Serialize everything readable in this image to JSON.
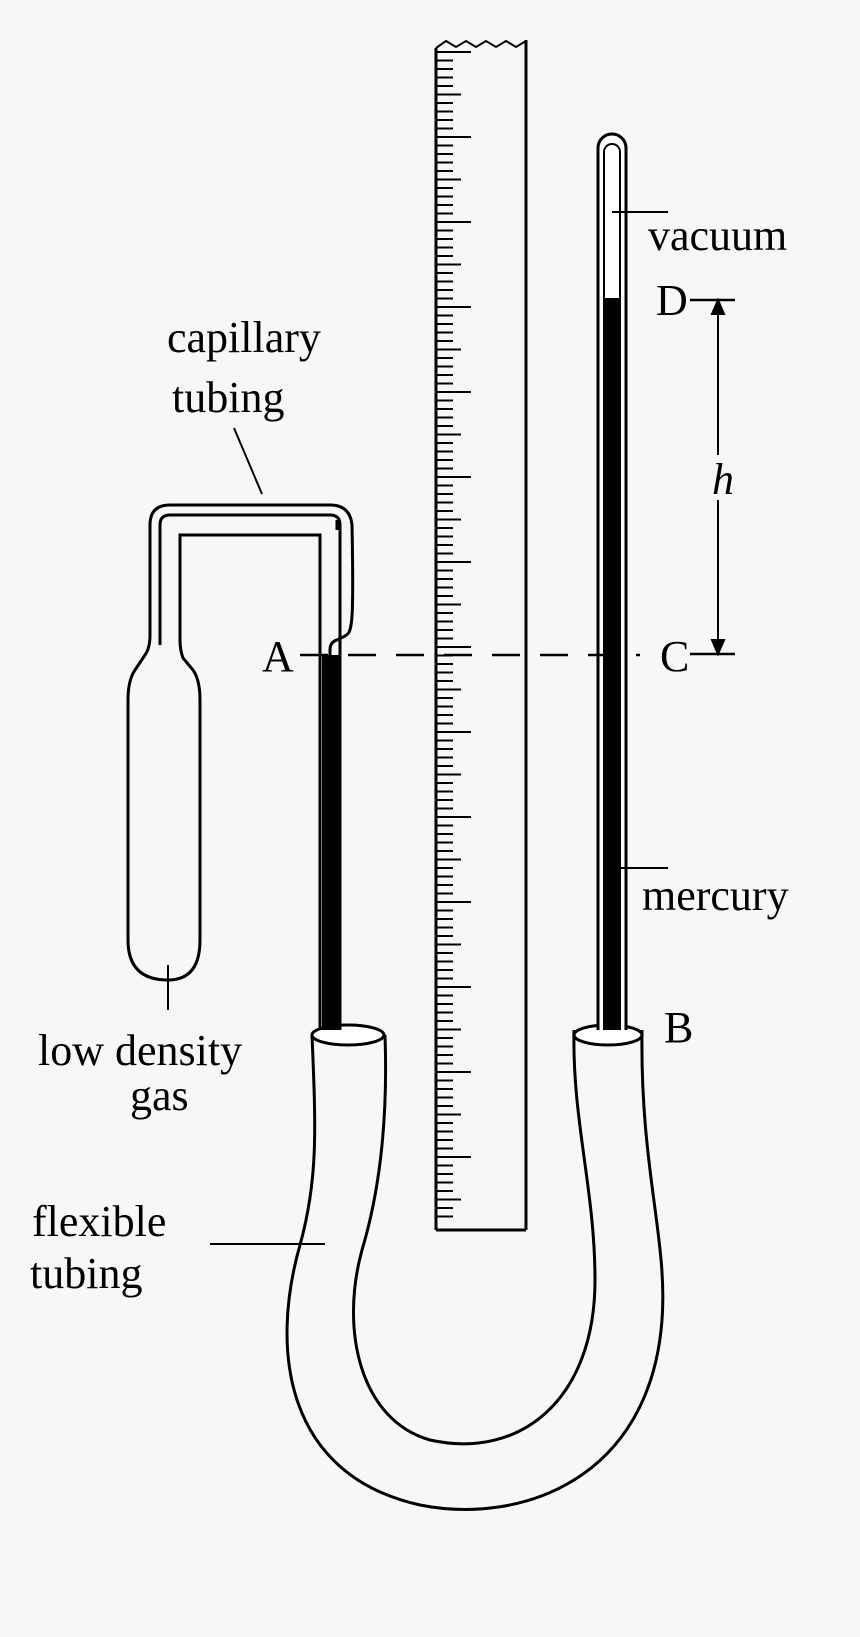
{
  "diagram": {
    "labels": {
      "capillary_line1": "capillary",
      "capillary_line2": "tubing",
      "vacuum": "vacuum",
      "mercury": "mercury",
      "gas_line1": "low density",
      "gas_line2": "gas",
      "flexible_line1": "flexible",
      "flexible_line2": "tubing",
      "point_a": "A",
      "point_b": "B",
      "point_c": "C",
      "point_d": "D",
      "height": "h"
    },
    "colors": {
      "background": "#f7f7f7",
      "ink": "#000000",
      "mercury": "#000000"
    }
  }
}
